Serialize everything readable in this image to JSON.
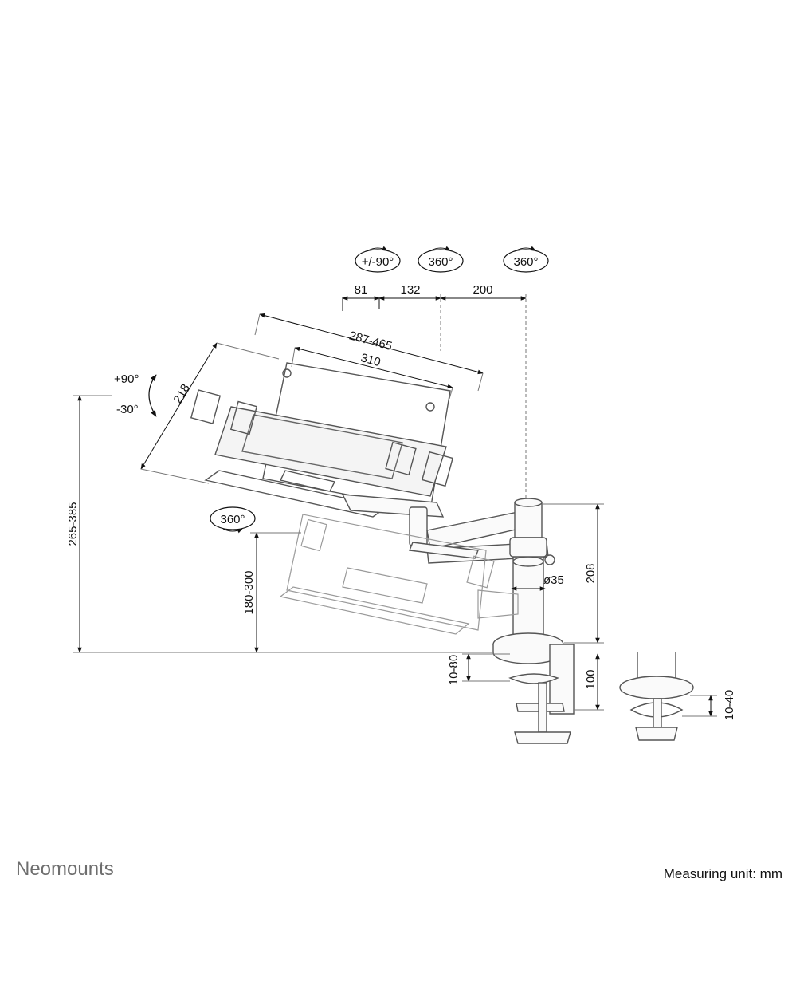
{
  "brand": "Neomounts",
  "unit_note": "Measuring unit: mm",
  "colors": {
    "line": "#111111",
    "outline": "#555555",
    "ghost": "#9a9a9a",
    "brand_text": "#6e6e6e"
  },
  "rotations": {
    "tilt": "+/-90°",
    "swivel_1": "360°",
    "swivel_2": "360°",
    "tray": "360°"
  },
  "tilt": {
    "up": "+90°",
    "down": "-30°"
  },
  "dims": {
    "arm_1": "81",
    "arm_2": "132",
    "arm_3": "200",
    "tray_width": "287-465",
    "tray_inner": "310",
    "tray_depth": "218",
    "height_total": "265-385",
    "height_lower": "180-300",
    "pole_height": "208",
    "pole_dia": "ø35",
    "desk_clamp": "10-80",
    "clamp_height": "100",
    "grommet": "10-40"
  }
}
